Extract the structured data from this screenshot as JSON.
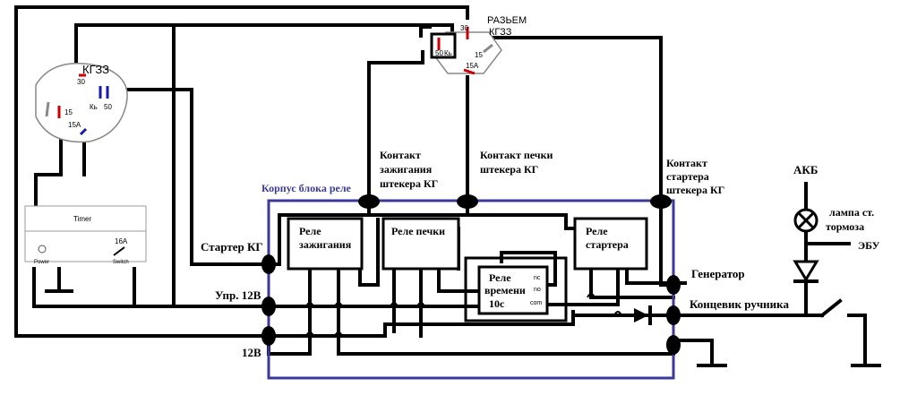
{
  "ignition_switch": {
    "title": "КГЗЗ",
    "pins": {
      "p30": "30",
      "p15": "15",
      "p15a": "15A",
      "pkb": "Кь",
      "p50": "50"
    }
  },
  "connector": {
    "title_line1": "РАЗЬЕМ",
    "title_line2": "КГЗЗ",
    "pins": {
      "p30": "30",
      "p50": "50",
      "pkb": "Кь",
      "p15": "15",
      "p15a": "15A"
    }
  },
  "timer_device": {
    "title": "Timer",
    "fuse": "16A",
    "power": "Power",
    "switch": "Switch"
  },
  "relay_block": {
    "title": "Корпус блока реле",
    "ignition_relay": [
      "Реле",
      "зажигания"
    ],
    "heater_relay": "Реле печки",
    "starter_relay": [
      "Реле",
      "стартера"
    ],
    "time_relay": [
      "Реле",
      "времени",
      "10с"
    ],
    "time_relay_pins": {
      "nc": "nc",
      "no": "no",
      "com": "com"
    }
  },
  "labels": {
    "ign_contact": [
      "Контакт",
      "зажигания",
      "штекера КГ"
    ],
    "heater_contact": [
      "Контакт печки",
      "штекера КГ"
    ],
    "starter_contact": [
      "Контакт",
      "стартера",
      "штекера КГ"
    ],
    "starter_kg": "Стартер КГ",
    "ctrl_12v": "Упр. 12В",
    "v12": "12В",
    "generator": "Генератор",
    "handbrake": "Концевик ручника",
    "akb": "АКБ",
    "brake_lamp": [
      "лампа ст.",
      "тормоза"
    ],
    "ecu": "ЭБУ"
  }
}
